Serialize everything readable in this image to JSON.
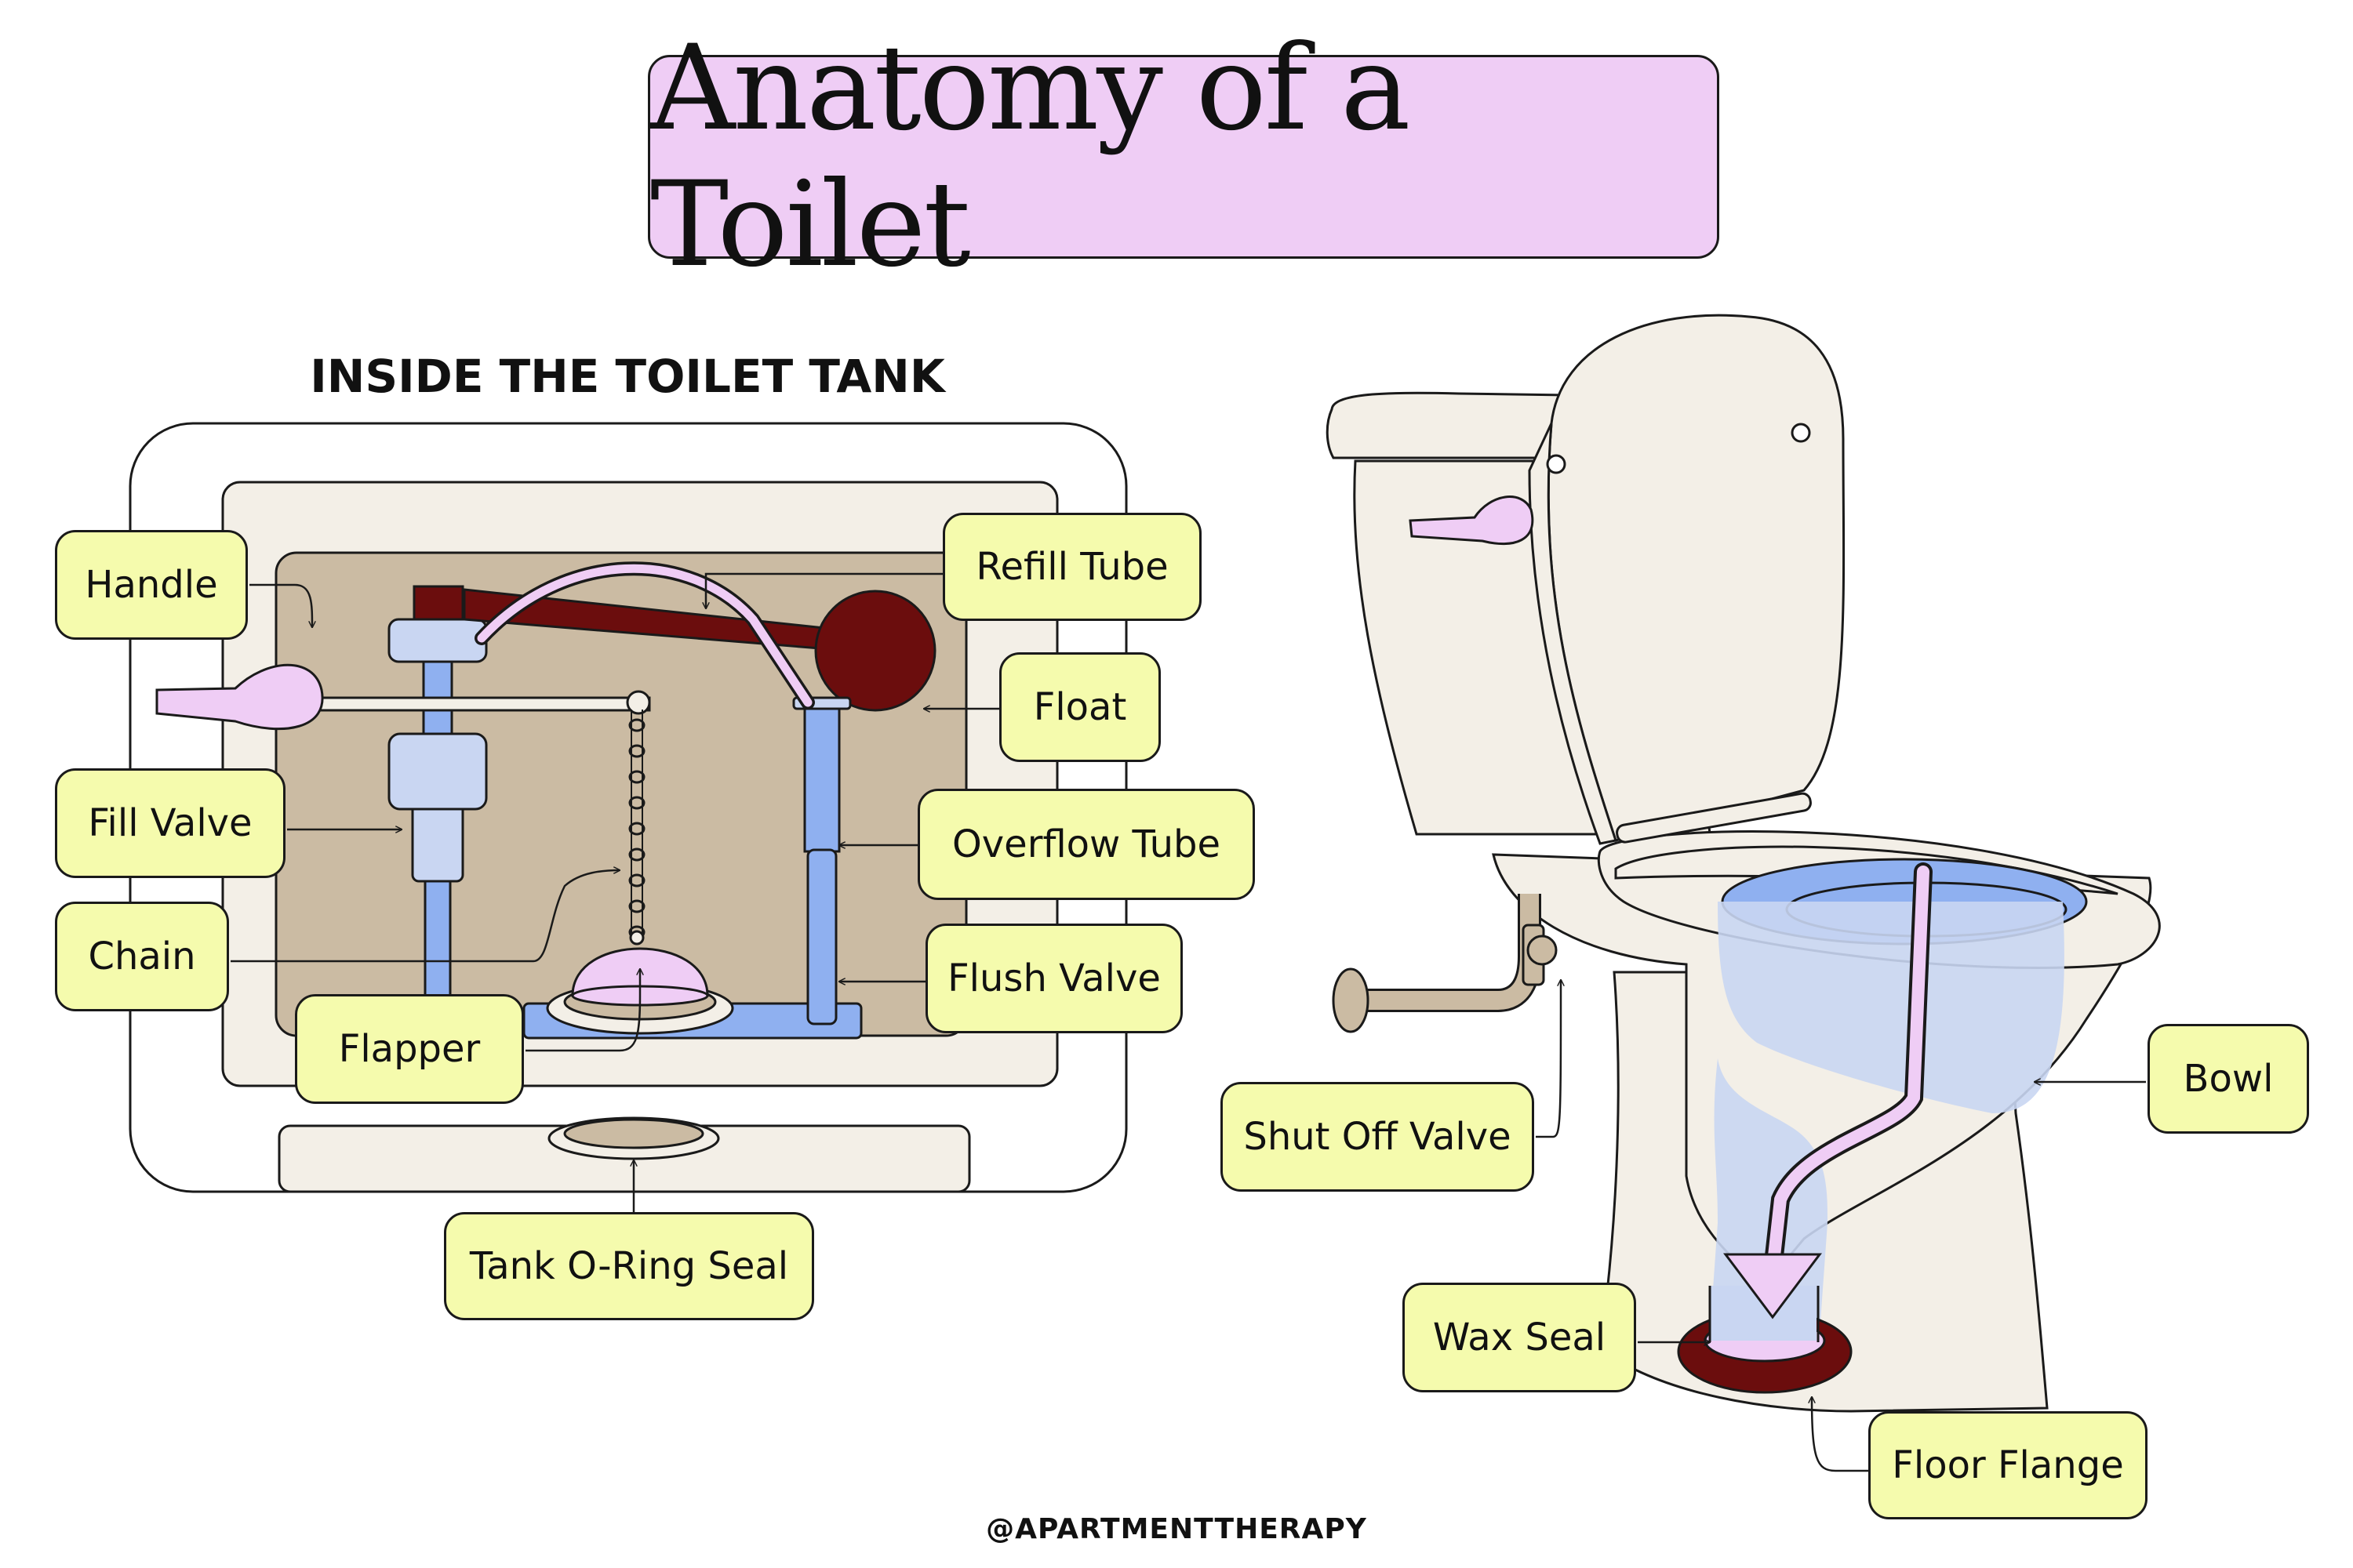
{
  "title": "Anatomy of a Toilet",
  "subtitle": "INSIDE THE TOILET TANK",
  "footer": "@APARTMENTTHERAPY",
  "colors": {
    "title_bg": "#efcdf5",
    "label_bg": "#f5fbad",
    "tank_inner": "#cbbba3",
    "porcelain": "#f3efe7",
    "water": "#c9d6f2",
    "pipe_blue": "#8fb0f0",
    "dark_red": "#6b0d0d",
    "pink": "#efcdf5"
  },
  "labels": {
    "handle": "Handle",
    "refill_tube": "Refill Tube",
    "float": "Float",
    "fill_valve": "Fill Valve",
    "overflow_tube": "Overflow Tube",
    "chain": "Chain",
    "flush_valve": "Flush Valve",
    "flapper": "Flapper",
    "tank_o_ring_seal": "Tank O-Ring Seal",
    "shut_off_valve": "Shut Off Valve",
    "bowl": "Bowl",
    "wax_seal": "Wax Seal",
    "floor_flange": "Floor Flange"
  }
}
